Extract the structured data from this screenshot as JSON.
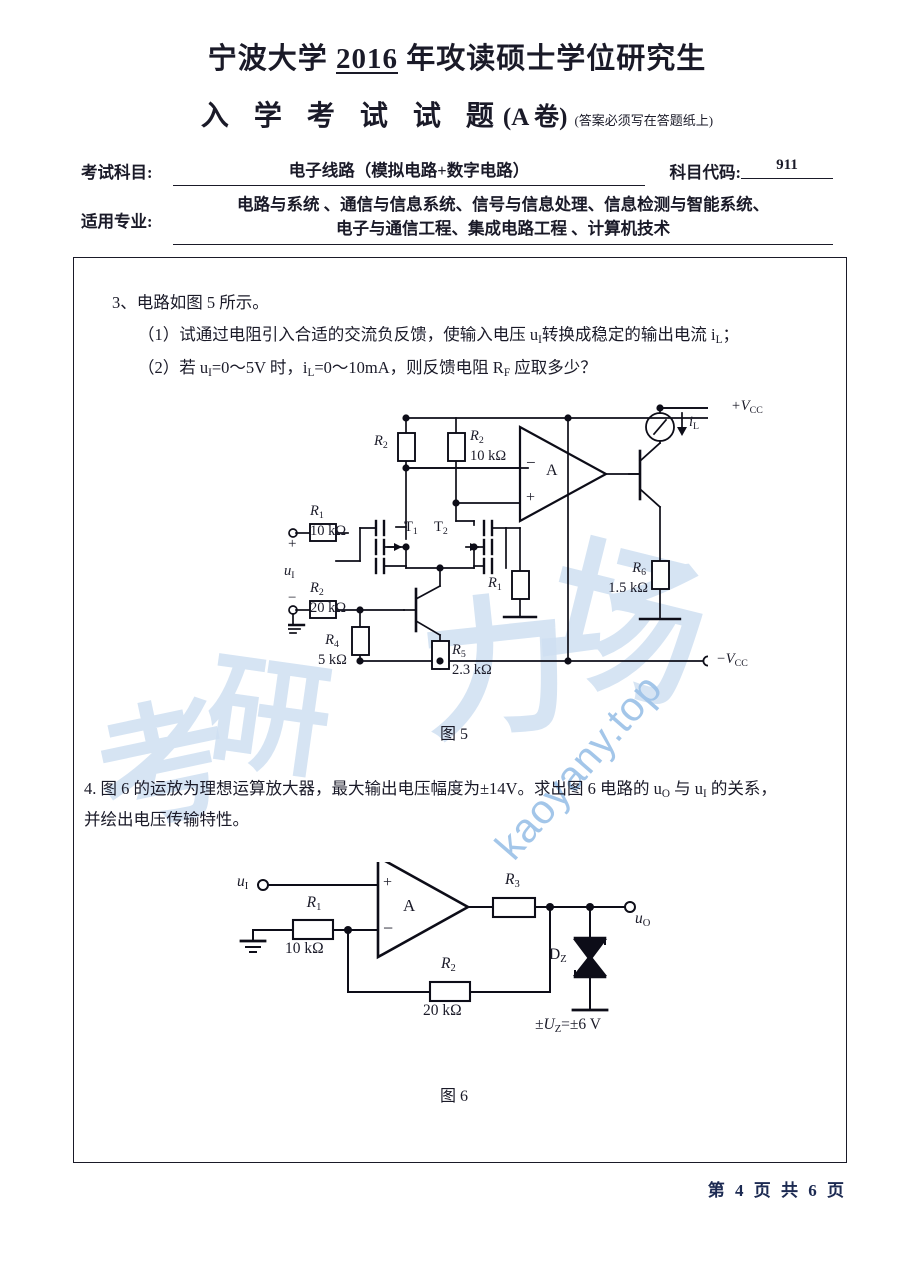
{
  "header": {
    "title_line1_a": "宁波大学 ",
    "title_line1_year": "2016",
    "title_line1_b": " 年攻读硕士学位研究生",
    "title_line2_main": "入 学 考 试 试 题",
    "title_line2_volume": "(A 卷)",
    "title_line2_note": "(答案必须写在答题纸上)"
  },
  "meta": {
    "subject_label": "考试科目:",
    "subject_value": "电子线路（模拟电路+数字电路）",
    "code_label": "科目代码:",
    "code_value": "911",
    "major_label": "适用专业:",
    "major_line1": "电路与系统 、通信与信息系统、信号与信息处理、信息检测与智能系统、",
    "major_line2": "电子与通信工程、集成电路工程 、计算机技术"
  },
  "questions": [
    {
      "number": "3、",
      "stem": "电路如图 5 所示。",
      "items": [
        "（1）试通过电阻引入合适的交流负反馈，使输入电压 u",
        "（2）若 u"
      ],
      "item1_parts": [
        "（1）试通过电阻引入合适的交流负反馈，使输入电压 u",
        "I",
        "转换成稳定的输出电流 i",
        "L",
        "；"
      ],
      "item2_parts": [
        "（2）若 u",
        "I",
        "=0～5V 时，i",
        "L",
        "=0～10mA，则反馈电阻 R",
        "F",
        " 应取多少？"
      ]
    },
    {
      "number": "4.",
      "line1_parts": [
        "图 6 的运放为理想运算放大器，最大输出电压幅度为±14V。求出图 6 电路的 u",
        "O",
        " 与 u",
        "I",
        " 的关系，"
      ],
      "line2": "并绘出电压传输特性。"
    }
  ],
  "figure5": {
    "caption": "图 5",
    "labels": {
      "vcc_pos": "+V",
      "vcc_pos_sub": "CC",
      "vcc_neg": "−V",
      "vcc_neg_sub": "CC",
      "il": "i",
      "il_sub": "L",
      "opamp": "A",
      "r2_left_name": "R",
      "r2_left_sub": "2",
      "r2_top_name": "R",
      "r2_top_sub": "2",
      "r2_top_value": "10 kΩ",
      "r1_in_name": "R",
      "r1_in_sub": "1",
      "r1_in_value": "10 kΩ",
      "r2_in_name": "R",
      "r2_in_sub": "2",
      "r2_in_value": "20 kΩ",
      "r1_mid_name": "R",
      "r1_mid_sub": "1",
      "r4_name": "R",
      "r4_sub": "4",
      "r4_value": "5 kΩ",
      "r5_name": "R",
      "r5_sub": "5",
      "r5_value": "2.3 kΩ",
      "r6_name": "R",
      "r6_sub": "6",
      "r6_value": "1.5 kΩ",
      "t1": "T",
      "t1_sub": "1",
      "t2": "T",
      "t2_sub": "2",
      "ui": "u",
      "ui_sub": "I",
      "plus": "+",
      "minus": "−",
      "op_minus": "−",
      "op_plus": "+"
    }
  },
  "figure6": {
    "caption": "图 6",
    "labels": {
      "ui": "u",
      "ui_sub": "I",
      "uo": "u",
      "uo_sub": "O",
      "opamp": "A",
      "op_plus": "+",
      "op_minus": "−",
      "r1_name": "R",
      "r1_sub": "1",
      "r1_value": "10 kΩ",
      "r2_name": "R",
      "r2_sub": "2",
      "r2_value": "20 kΩ",
      "r3_name": "R",
      "r3_sub": "3",
      "dz_name": "D",
      "dz_sub": "Z",
      "uz_text": "±U",
      "uz_sub": "Z",
      "uz_value": "=±6 V"
    }
  },
  "footer": {
    "page_info": "第 4 页 共 6 页"
  },
  "watermark": {
    "url": "kaoyany.top",
    "calligraphy": "考研"
  },
  "colors": {
    "text": "#1a1a28",
    "footer": "#1c2a52",
    "watermark_url": "#9fc3e8",
    "watermark_cal": "#cfe0f2",
    "line": "#1a1a28"
  }
}
